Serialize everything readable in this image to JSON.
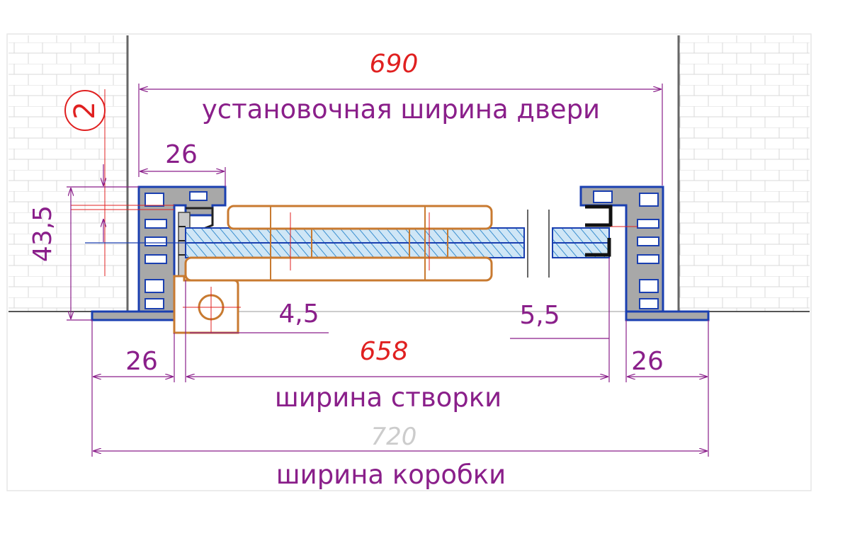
{
  "dimensions": {
    "install_width_value": "690",
    "install_width_label": "установочная ширина двери",
    "profile_width_top": "26",
    "marker_number": "2",
    "height_value": "43,5",
    "left_gap": "4,5",
    "right_gap": "5,5",
    "leaf_width_value": "658",
    "leaf_width_label": "ширина створки",
    "left_profile_width": "26",
    "right_profile_width": "26",
    "frame_width_value": "720",
    "frame_width_label": "ширина коробки"
  },
  "colors": {
    "dimension_purple": "#8a1f8a",
    "value_red": "#e02020",
    "value_grey": "#cccccc",
    "profile_blue": "#1a3fb0",
    "profile_grey": "#a0a0a0",
    "wood_orange": "#c87a30",
    "glass_blue": "#4aa0d8",
    "wall_line": "#cfcfcf"
  }
}
